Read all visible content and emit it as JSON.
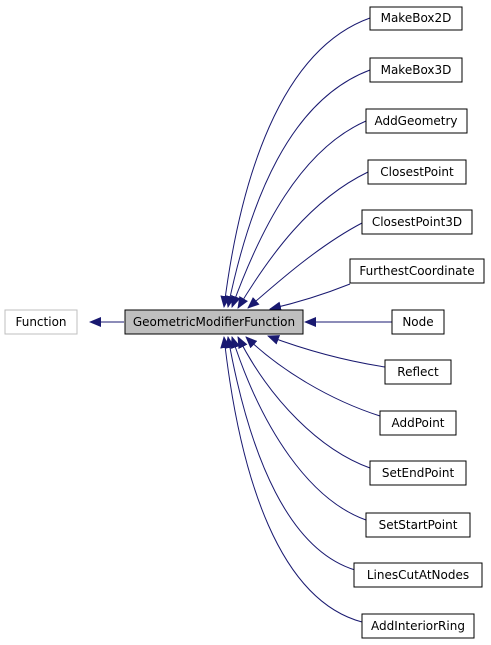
{
  "colors": {
    "edge": "#191970",
    "node_border": "#000000",
    "base_border": "#bfbfbf",
    "focus_fill": "#bfbfbf",
    "node_fill": "#ffffff"
  },
  "base_class": {
    "label": "Function"
  },
  "focus_class": {
    "label": "GeometricModifierFunction"
  },
  "derived_classes": [
    {
      "label": "MakeBox2D"
    },
    {
      "label": "MakeBox3D"
    },
    {
      "label": "AddGeometry"
    },
    {
      "label": "ClosestPoint"
    },
    {
      "label": "ClosestPoint3D"
    },
    {
      "label": "FurthestCoordinate"
    },
    {
      "label": "Node"
    },
    {
      "label": "Reflect"
    },
    {
      "label": "AddPoint"
    },
    {
      "label": "SetEndPoint"
    },
    {
      "label": "SetStartPoint"
    },
    {
      "label": "LinesCutAtNodes"
    },
    {
      "label": "AddInteriorRing"
    }
  ]
}
